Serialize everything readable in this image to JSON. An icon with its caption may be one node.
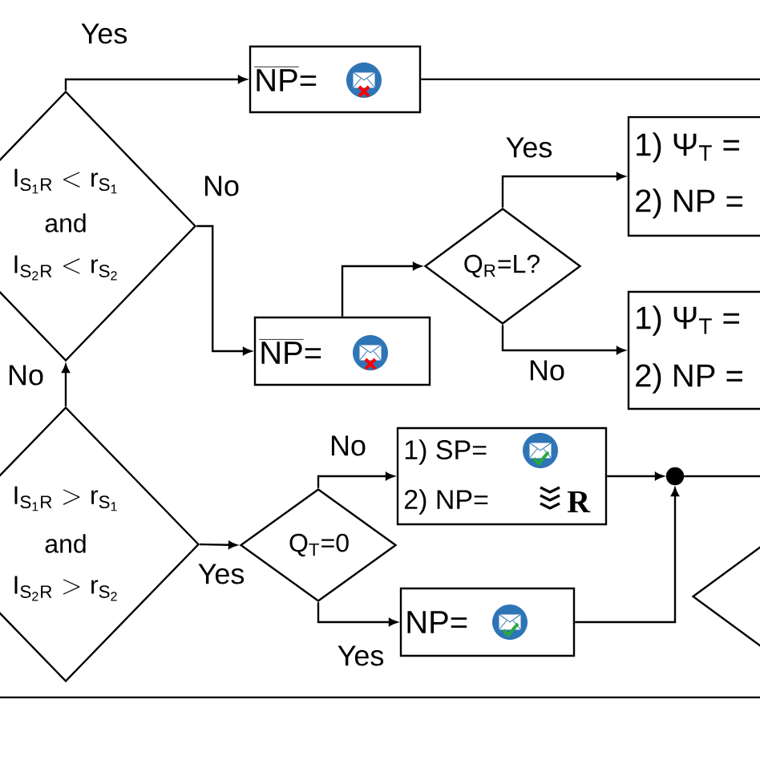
{
  "diagram": {
    "nodes": [
      {
        "text": [
          "\\mathrm{I}_{\\mathrm{S_1R}}<\\mathrm{r}_{\\mathrm{S_1}}",
          "and",
          "\\mathrm{I}_{\\mathrm{S_2R}}<\\mathrm{r}_{\\mathrm{S_2}}"
        ]
      },
      {
        "text": [
          "\\overline{\\mbox{NP}}\\mbox{=}"
        ]
      },
      {
        "text": [
          "\\overline{\\mbox{NP}}\\mbox{=}"
        ]
      },
      {
        "text": [
          "Q$_{R}$=L?"
        ]
      },
      {
        "text": [
          "1) Ψ$_{T}$ =",
          "2) NP ="
        ]
      },
      {
        "text": [
          "1) Ψ$_{T}$ =",
          "2) NP ="
        ]
      },
      {
        "text": [
          "\\mathrm{I}_{\\mathrm{S_1R}}>\\mathrm{r}_{\\mathrm{S_1}}",
          "and",
          "\\mathrm{I}_{\\mathrm{S_2R}}>\\mathrm{r}_{\\mathrm{S_2}}"
        ]
      },
      {
        "text": [
          "Q$_{T}$=0"
        ]
      },
      {
        "text": [
          "1) SP=",
          "2) NP=",
          "R"
        ]
      },
      {
        "text": [
          "NP="
        ]
      },
      {
        "text": [],
        "shape": "circle"
      },
      {
        "text": [],
        "shape": "diamond"
      }
    ],
    "edges": [
      {
        "from": 0,
        "to": 1,
        "arrow": "to",
        "label": "Yes"
      },
      {
        "from": 0,
        "to": 2,
        "arrow": "to",
        "label": "No"
      },
      {
        "from": 6,
        "to": 0,
        "arrow": "to",
        "label": "No"
      },
      {
        "from": 2,
        "to": 3,
        "arrow": "to"
      },
      {
        "from": 3,
        "to": 4,
        "arrow": "to",
        "label": "Yes"
      },
      {
        "from": 3,
        "to": 5,
        "arrow": "to",
        "label": "No"
      },
      {
        "from": 6,
        "to": 7,
        "arrow": "to",
        "label": "Yes"
      },
      {
        "from": 7,
        "to": 8,
        "arrow": "to",
        "label": "No"
      },
      {
        "from": 7,
        "to": 9,
        "arrow": "to",
        "label": "Yes"
      },
      {
        "from": 8,
        "to": 10,
        "arrow": "to"
      },
      {
        "from": 9,
        "to": 10,
        "arrow": "to"
      },
      {
        "from": 10,
        "to": null,
        "arrow": "none"
      },
      {
        "from": 1,
        "to": null,
        "arrow": "none"
      }
    ]
  }
}
